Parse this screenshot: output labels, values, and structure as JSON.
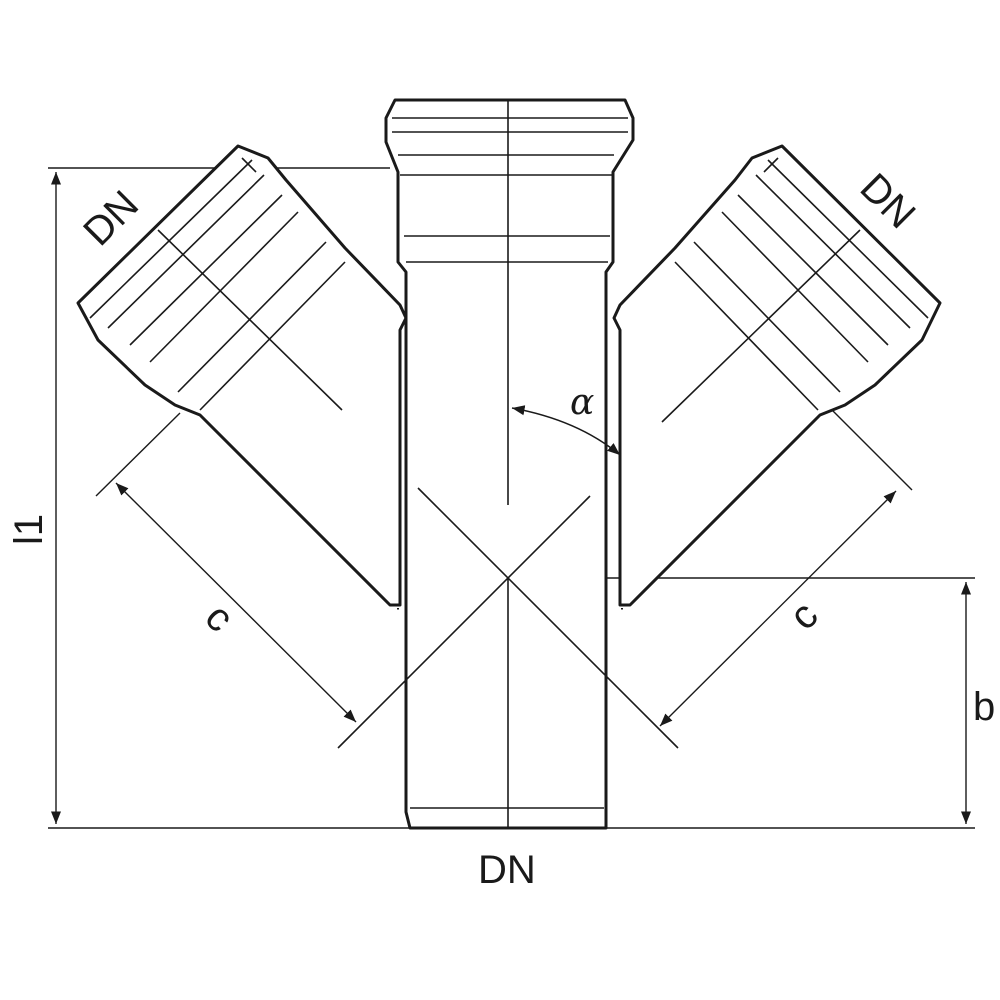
{
  "labels": {
    "branch_left_dn": "DN",
    "branch_right_dn": "DN",
    "bottom_dn": "DN",
    "angle": "α",
    "branch_left_length": "c",
    "branch_right_length": "c",
    "total_length": "l1",
    "bottom_offset": "b"
  }
}
